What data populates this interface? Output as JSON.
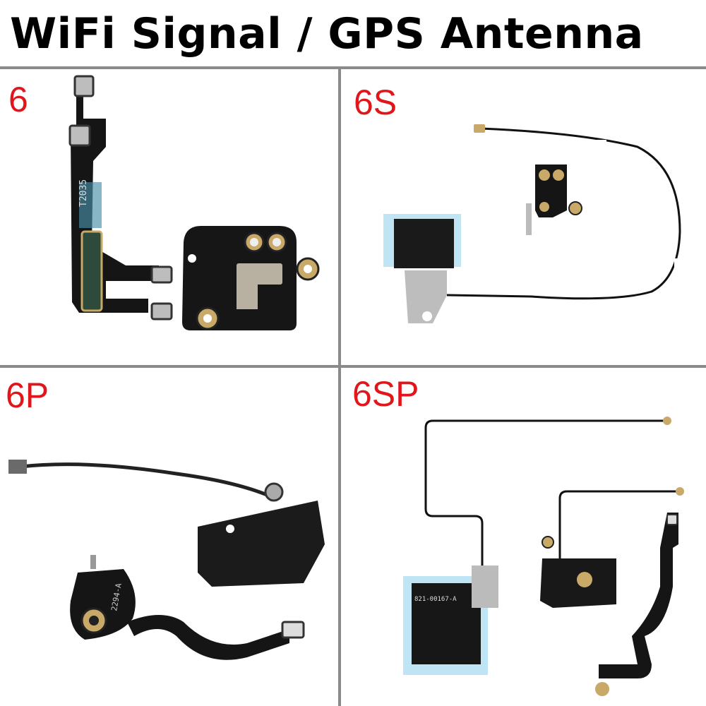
{
  "title": "WiFi Signal / GPS Antenna",
  "colors": {
    "label_red": "#e0161b",
    "divider": "#8a8a8a",
    "flex_black": "#121212",
    "gold": "#c9a968",
    "blue_film": "#bfe4f3"
  },
  "panels": [
    {
      "label": "6",
      "part_text": "T2035"
    },
    {
      "label": "6S"
    },
    {
      "label": "6P",
      "part_text": "2294-A"
    },
    {
      "label": "6SP",
      "part_text": "821-00167-A"
    }
  ]
}
